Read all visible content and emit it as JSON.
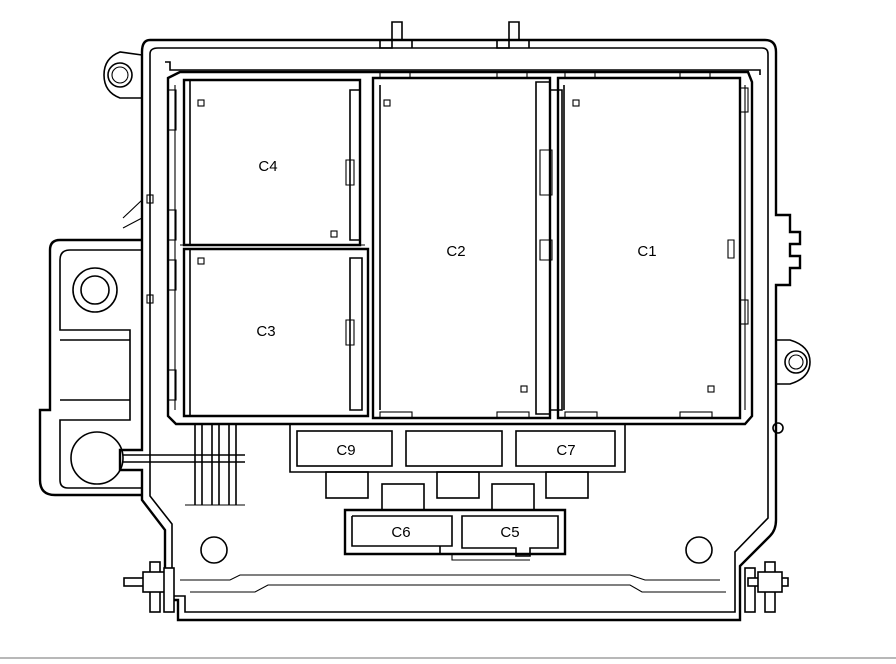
{
  "connectors": {
    "c1": "C1",
    "c2": "C2",
    "c3": "C3",
    "c4": "C4",
    "c5": "C5",
    "c6": "C6",
    "c7": "C7",
    "c9": "C9"
  }
}
